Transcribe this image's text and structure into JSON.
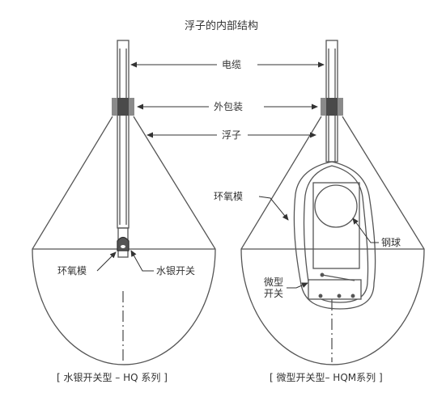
{
  "title": "浮子的内部结构",
  "labels": {
    "cable": "电缆",
    "outer_package": "外包装",
    "float": "浮子",
    "epoxy_left": "环氧模",
    "mercury_switch": "水银开关",
    "epoxy_right": "环氧模",
    "steel_ball": "钢球",
    "micro_switch_line1": "微型",
    "micro_switch_line2": "开关"
  },
  "captions": {
    "left": "[ 水银开关型 – HQ 系列 ]",
    "right": "[ 微型开关型– HQM系列 ]"
  },
  "colors": {
    "line": "#555555",
    "gray_block": "#8a8a8a",
    "dark_block": "#4a4a4a"
  }
}
